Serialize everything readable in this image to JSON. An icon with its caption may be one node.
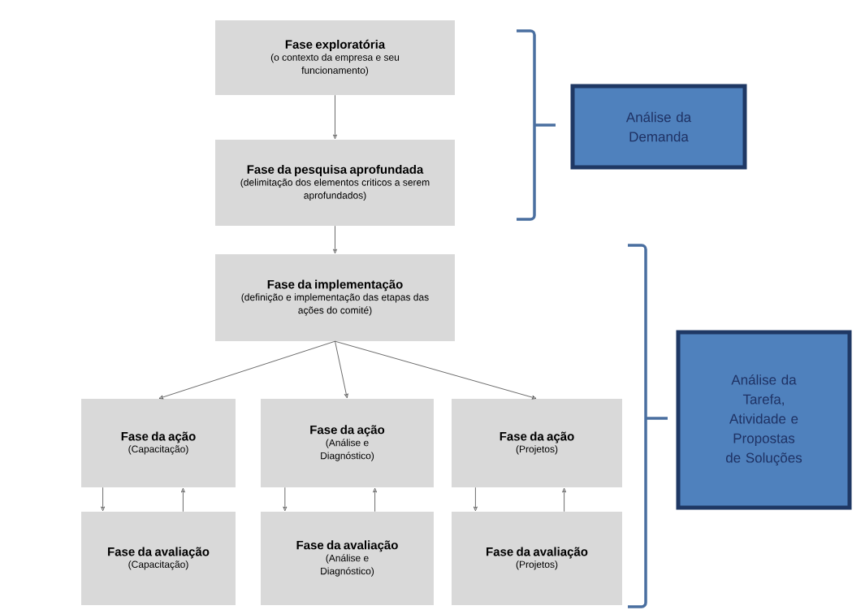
{
  "diagram": {
    "nodes": [
      {
        "text": [
          "Fase exploratória",
          "(o contexto da empresa e seu funcionamento)"
        ]
      },
      {
        "text": [
          "Fase da pesquisa aprofundada",
          "(delimitação dos elementos criticos a serem aprofundados)"
        ]
      },
      {
        "text": [
          "Fase da implementação",
          "(definição e implementação das etapas das ações do comité)"
        ]
      },
      {
        "text": [
          "Fase da ação",
          "(Capacitação)"
        ]
      },
      {
        "text": [
          "Fase da ação",
          "(Análise e Diagnóstico)"
        ]
      },
      {
        "text": [
          "Fase da ação",
          "(Projetos)"
        ]
      },
      {
        "text": [
          "Fase da avaliação",
          "(Capacitação)"
        ]
      },
      {
        "text": [
          "Fase da avaliação",
          "(Análise e Diagnóstico)"
        ]
      },
      {
        "text": [
          "Fase da avaliação",
          "(Projetos)"
        ]
      },
      {
        "text": [
          "Análise da Demanda"
        ]
      },
      {
        "text": [
          "Análise da Tarefa, Atividade e Propostas de Soluções"
        ]
      }
    ],
    "edges": [
      {
        "from": 0,
        "to": 1,
        "arrow": "to"
      },
      {
        "from": 1,
        "to": 2,
        "arrow": "to"
      },
      {
        "from": 2,
        "to": 3,
        "arrow": "to"
      },
      {
        "from": 2,
        "to": 4,
        "arrow": "to"
      },
      {
        "from": 2,
        "to": 5,
        "arrow": "to"
      },
      {
        "from": 3,
        "to": 6,
        "arrow": "to"
      },
      {
        "from": 6,
        "to": 3,
        "arrow": "to"
      },
      {
        "from": 4,
        "to": 7,
        "arrow": "to"
      },
      {
        "from": 7,
        "to": 4,
        "arrow": "to"
      },
      {
        "from": 5,
        "to": 8,
        "arrow": "to"
      },
      {
        "from": 8,
        "to": 5,
        "arrow": "to"
      }
    ]
  }
}
